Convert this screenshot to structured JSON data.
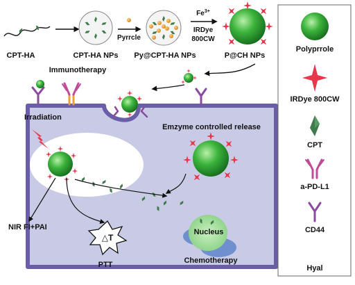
{
  "synthesis": {
    "cpt_ha": "CPT-HA",
    "cpt_ha_nps": "CPT-HA NPs",
    "pyrrole_reagent": "Pyrrcle",
    "py_cpt_ha_nps": "Py@CPT-HA NPs",
    "fe_reagent": "Fe",
    "fe_charge": "3+",
    "irdye_reagent": "IRDye",
    "irdye_reagent_2": "800CW",
    "p_ch_nps": "P@CH NPs"
  },
  "cell": {
    "immunotherapy": "Immunotherapy",
    "irradiation": "Irradiation",
    "enzyme_release": "Emzyme controlled release",
    "nir_fi_pai": "NIR FI+PAI",
    "delta_t": "△T",
    "ptt": "PTT",
    "nucleus": "Nucleus",
    "chemotherapy": "Chemotherapy"
  },
  "legend": {
    "items": [
      {
        "label": "Polyprrole",
        "icon": "polypyrrole-sphere-icon"
      },
      {
        "label": "IRDye 800CW",
        "icon": "irdye-star-icon"
      },
      {
        "label": "CPT",
        "icon": "cpt-crystal-icon"
      },
      {
        "label": "a-PD-L1",
        "icon": "antibody-icon"
      },
      {
        "label": "CD44",
        "icon": "cd44-receptor-icon"
      },
      {
        "label": "Hyal",
        "icon": "hyal-crescent-icon"
      }
    ]
  },
  "colors": {
    "sphere_green": "#3cb43c",
    "star_red": "#e8364a",
    "cpt_green": "#3f7a4a",
    "antibody_pink": "#c04a98",
    "cd44_purple": "#8a4aa0",
    "hyal_orange": "#e07a50",
    "membrane": "#6a5fa6",
    "cytoplasm": "#c9cbe6",
    "nucleus_green": "#a8dfa0",
    "nucleus_blue": "#6f8fcf"
  }
}
